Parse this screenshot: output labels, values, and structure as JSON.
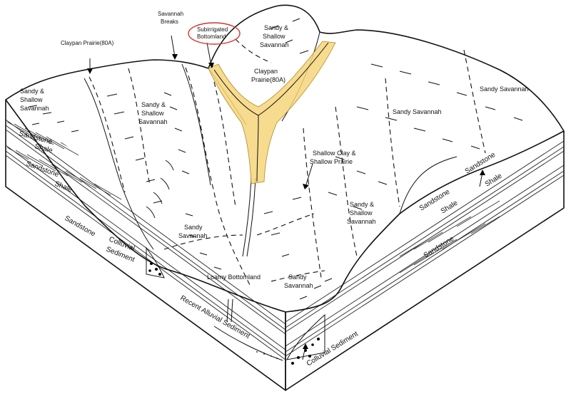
{
  "labels": {
    "claypan_prairie_left": "Claypan Prairie(80A)",
    "savannah_breaks_1": "Savannah",
    "savannah_breaks_2": "Breaks",
    "subirrigated_1": "Subirrigated",
    "subirrigated_2": "Bottomland",
    "sandy_shallow_top_1": "Sandy &",
    "sandy_shallow_top_2": "Shallow",
    "sandy_shallow_top_3": "Savannah",
    "claypan_prairie_center_1": "Claypan",
    "claypan_prairie_center_2": "Prairie(80A)",
    "sandy_savannah_far_right": "Sandy Savannah",
    "sandy_shallow_left_1": "Sandy &",
    "sandy_shallow_left_2": "Shallow",
    "sandy_shallow_left_3": "Savannah",
    "sandy_shallow_mid_1": "Sandy &",
    "sandy_shallow_mid_2": "Shallow",
    "sandy_shallow_mid_3": "Savannah",
    "sandy_savannah_right": "Sandy Savannah",
    "shallow_clay_1": "Shallow Clay &",
    "shallow_clay_2": "Shallow Prairie",
    "sandy_shallow_right_1": "Sandy &",
    "sandy_shallow_right_2": "Shallow",
    "sandy_shallow_right_3": "Savannah",
    "sandy_savannah_lower_left_1": "Sandy",
    "sandy_savannah_lower_left_2": "Savannah",
    "loamy_bottomland": "Loamy Bottomland",
    "sandy_savannah_lower_mid_1": "Sandy",
    "sandy_savannah_lower_mid_2": "Savannah"
  },
  "strata": {
    "left_sandstone_top": "Sandstone",
    "left_shale_top": "Shale",
    "left_sandstone_mid": "Sandstone",
    "left_shale_mid": "Shale",
    "left_sandstone_bottom": "Sandstone",
    "colluvial_left_1": "Colluvial",
    "colluvial_left_2": "Sediment",
    "recent_alluvial": "Recent Alluvial Sediment",
    "colluvial_right": "Colluvial Sediment",
    "right_sandstone_top": "Sandstone",
    "right_shale_top": "Shale",
    "right_sandstone_mid": "Sandstone",
    "right_shale_mid": "Shale",
    "right_sandstone_bottom": "Sandstone"
  },
  "colors": {
    "subirrigated_fill": "#f6d57a",
    "highlight_circle": "#d9322f"
  }
}
